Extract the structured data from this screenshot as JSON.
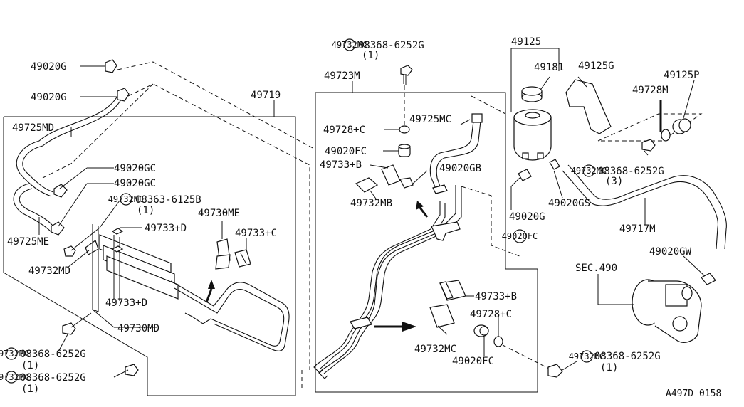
{
  "diagram": {
    "reference_code": "A497D 0158",
    "callouts": [
      {
        "id": "c1",
        "text": "49020G"
      },
      {
        "id": "c2",
        "text": "49020G"
      },
      {
        "id": "c3",
        "text": "49719"
      },
      {
        "id": "c4",
        "text": "49725MD"
      },
      {
        "id": "c5",
        "text": "49020GC"
      },
      {
        "id": "c6",
        "text": "49020GC"
      },
      {
        "id": "c7",
        "text": "08363-6125B"
      },
      {
        "id": "c7q",
        "text": "(1)"
      },
      {
        "id": "c8",
        "text": "49730ME"
      },
      {
        "id": "c9",
        "text": "49725ME"
      },
      {
        "id": "c10",
        "text": "49733+D"
      },
      {
        "id": "c11",
        "text": "49733+C"
      },
      {
        "id": "c12",
        "text": "49732MD"
      },
      {
        "id": "c13",
        "text": "49733+D"
      },
      {
        "id": "c14",
        "text": "49730MD"
      },
      {
        "id": "c15",
        "text": "08368-6252G"
      },
      {
        "id": "c15q",
        "text": "(1)"
      },
      {
        "id": "c16",
        "text": "08368-6252G"
      },
      {
        "id": "c16q",
        "text": "(1)"
      },
      {
        "id": "c17",
        "text": "08368-6252G"
      },
      {
        "id": "c17q",
        "text": "(1)"
      },
      {
        "id": "c18",
        "text": "49723M"
      },
      {
        "id": "c19",
        "text": "49728+C"
      },
      {
        "id": "c20",
        "text": "49725MC"
      },
      {
        "id": "c21",
        "text": "49020FC"
      },
      {
        "id": "c22",
        "text": "49733+B"
      },
      {
        "id": "c23",
        "text": "49020GB"
      },
      {
        "id": "c24",
        "text": "49732MB"
      },
      {
        "id": "c25",
        "text": "49125"
      },
      {
        "id": "c26",
        "text": "49181"
      },
      {
        "id": "c27",
        "text": "49125G"
      },
      {
        "id": "c28",
        "text": "49125P"
      },
      {
        "id": "c29",
        "text": "49728M"
      },
      {
        "id": "c30",
        "text": "08368-6252G"
      },
      {
        "id": "c30q",
        "text": "(3)"
      },
      {
        "id": "c31",
        "text": "49020G"
      },
      {
        "id": "c32",
        "text": "49020GS"
      },
      {
        "id": "c33",
        "text": "49717M"
      },
      {
        "id": "c34",
        "text": "49020GW"
      },
      {
        "id": "c35",
        "text": "SEC.490"
      },
      {
        "id": "c36",
        "text": "49733+B"
      },
      {
        "id": "c37",
        "text": "49728+C"
      },
      {
        "id": "c38",
        "text": "49732MC"
      },
      {
        "id": "c39",
        "text": "49020FC"
      },
      {
        "id": "c40",
        "text": "08368-6252G"
      },
      {
        "id": "c40q",
        "text": "(1)"
      },
      {
        "id": "s_mark",
        "text": "S"
      },
      {
        "id": "a_mark",
        "text": "A"
      }
    ]
  }
}
